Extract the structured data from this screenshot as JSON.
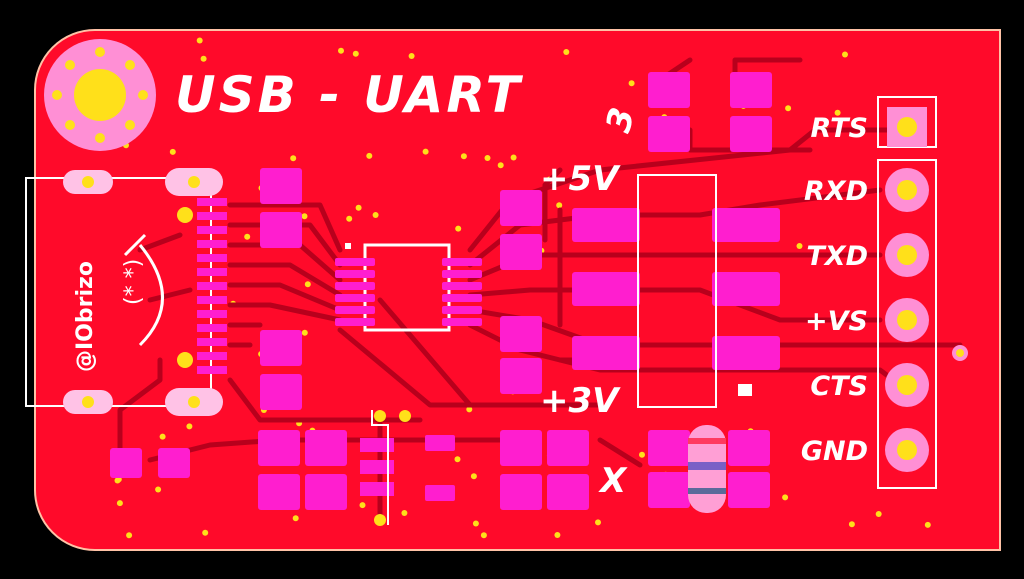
{
  "board": {
    "title": "USB - UART",
    "credit": "@IObrizo",
    "rail_5v": "+5V",
    "rail_3v": "+3V",
    "jumper_mark_top": "3",
    "jumper_mark_bottom": "X"
  },
  "header_pins": [
    "RTS",
    "RXD",
    "TXD",
    "+VS",
    "CTS",
    "GND"
  ],
  "colors": {
    "background": "#000000",
    "copper_fill": "#ff0a2a",
    "trace": "#b8001c",
    "pad": "#ff1ecf",
    "pad_dark": "#3a2a3a",
    "gold": "#ffe01a",
    "outline": "#ffc2a6",
    "silkscreen": "#ffffff"
  },
  "icons": {
    "mount_hole": "mounting-hole-icon",
    "usb": "usb-c-connector-icon"
  }
}
